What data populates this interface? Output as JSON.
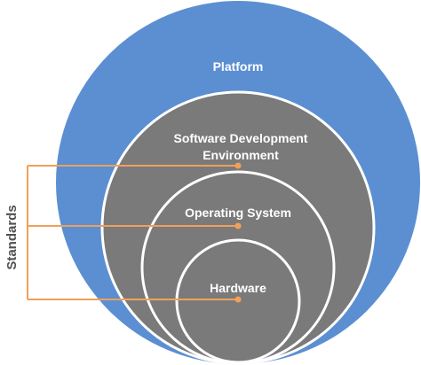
{
  "diagram": {
    "layers": [
      {
        "id": "platform",
        "label": "Platform"
      },
      {
        "id": "software-dev-env",
        "label_line1": "Software Development",
        "label_line2": "Environment"
      },
      {
        "id": "operating-system",
        "label": "Operating System"
      },
      {
        "id": "hardware",
        "label": "Hardware"
      }
    ],
    "side_label": "Standards",
    "colors": {
      "platform_fill": "#5B8FD1",
      "inner_fill": "#7A7A7A",
      "ring_stroke": "#ffffff",
      "connector": "#F0A05A",
      "side_label": "#505050"
    }
  }
}
